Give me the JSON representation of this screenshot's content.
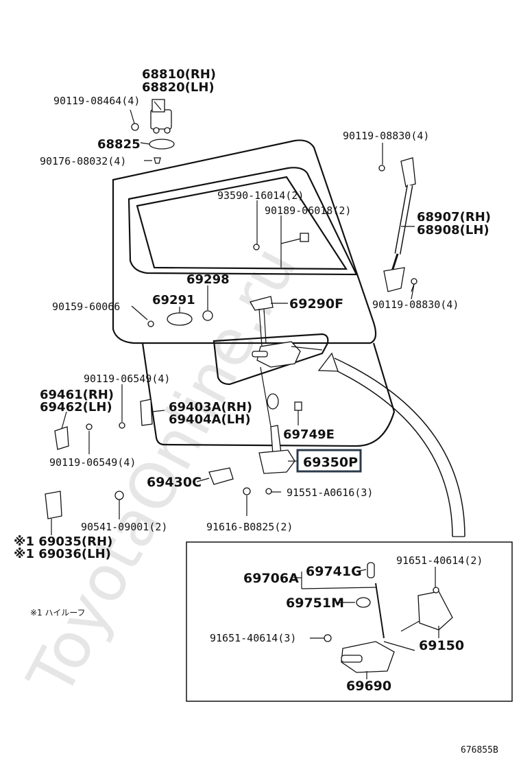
{
  "watermark": "ToyotaOnline.ru",
  "diagram_id": "676855B",
  "note": "※1 ハイルーフ",
  "labels": {
    "p68810": "68810(RH)",
    "p68820": "68820(LH)",
    "p90119_08464": "90119-08464(4)",
    "p68825": "68825",
    "p90176": "90176-08032(4)",
    "p90119_08830a": "90119-08830(4)",
    "p93590": "93590-16014(2)",
    "p90189": "90189-06018(2)",
    "p68907": "68907(RH)",
    "p68908": "68908(LH)",
    "p69298": "69298",
    "p69291": "69291",
    "p90159": "90159-60066",
    "p69290F": "69290F",
    "p90119_08830b": "90119-08830(4)",
    "p90119_06549a": "90119-06549(4)",
    "p69461": "69461(RH)",
    "p69462": "69462(LH)",
    "p69403A": "69403A(RH)",
    "p69404A": "69404A(LH)",
    "p69749E": "69749E",
    "p69350P": "69350P",
    "p90119_06549b": "90119-06549(4)",
    "p69430C": "69430C",
    "p91551": "91551-A0616(3)",
    "p90541": "90541-09001(2)",
    "p91616": "91616-B0825(2)",
    "p69035": "※1 69035(RH)",
    "p69036": "※1 69036(LH)",
    "p69706A": "69706A",
    "p69741G": "69741G",
    "p91651a": "91651-40614(2)",
    "p69751M": "69751M",
    "p69150": "69150",
    "p91651b": "91651-40614(3)",
    "p69690": "69690"
  },
  "colors": {
    "highlight_box": "#2b3a4a",
    "ink": "#111111",
    "watermark": "#e6e6e6"
  }
}
